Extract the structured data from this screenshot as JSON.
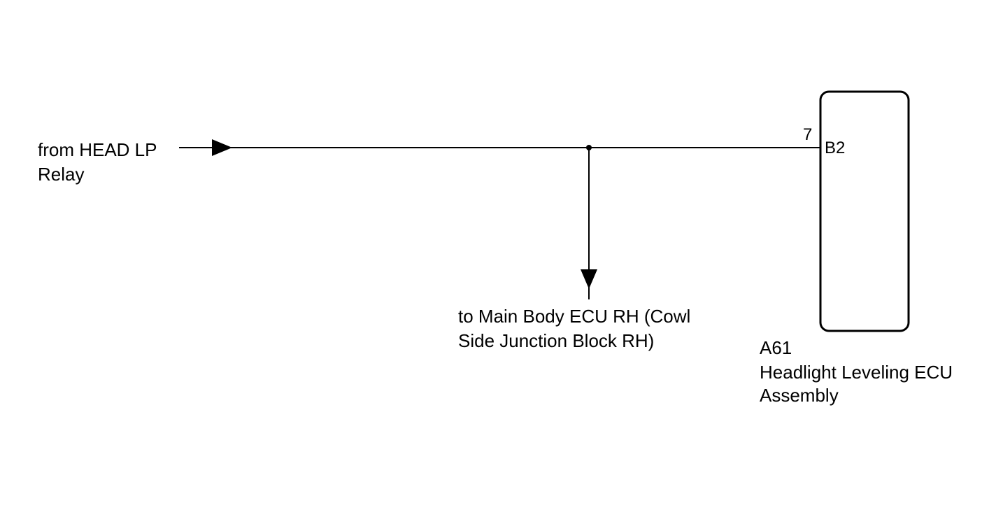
{
  "source": {
    "label_line1": "from HEAD LP",
    "label_line2": "Relay"
  },
  "branch": {
    "label_line1": "to Main Body ECU RH (Cowl",
    "label_line2": "Side Junction Block RH)"
  },
  "ecu": {
    "pin_number": "7",
    "connector": "B2",
    "code": "A61",
    "name_line1": "Headlight Leveling ECU",
    "name_line2": "Assembly"
  },
  "colors": {
    "wire": "#000000",
    "background": "#ffffff"
  }
}
